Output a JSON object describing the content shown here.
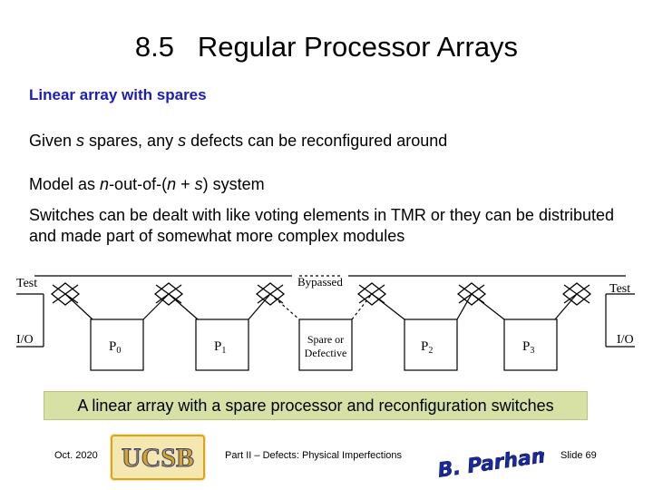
{
  "slide": {
    "title_number": "8.5",
    "title_text": "Regular Processor Arrays",
    "subtitle": "Linear array with spares",
    "para1": {
      "before": "Given ",
      "var1": "s",
      "middle": " spares, any ",
      "var2": "s",
      "after": " defects can be reconfigured around"
    },
    "para2": {
      "before": "Model as ",
      "var1": "n",
      "middle": "-out-of-(",
      "var2": "n",
      "plus": " + ",
      "var3": "s",
      "after": ") system"
    },
    "para3": "Switches can be dealt with like voting elements in TMR or they can be distributed and made part of somewhat more complex modules"
  },
  "diagram": {
    "label_test_left": "Test",
    "label_test_right": "Test",
    "label_io_left": "I/O",
    "label_io_right": "I/O",
    "label_bypassed": "Bypassed",
    "processors": [
      {
        "name": "P",
        "sub": "0"
      },
      {
        "name": "P",
        "sub": "1"
      },
      {
        "name": "P",
        "sub": "2"
      },
      {
        "name": "P",
        "sub": "3"
      }
    ],
    "spare": {
      "line1": "Spare or",
      "line2": "Defective"
    }
  },
  "caption": "A linear array with a spare processor and reconfiguration switches",
  "footer": {
    "date": "Oct. 2020",
    "logo_text": "UCSB",
    "part": "Part II – Defects: Physical Imperfections",
    "signature": "B. Parhami",
    "slide_number": "Slide 69"
  },
  "colors": {
    "subtitle": "#1c1cb8",
    "caption_bg": "#d7e1a6",
    "logo_gold": "#d9a521",
    "logo_blue": "#2f3f86",
    "signature_blue": "#1b2a9a"
  }
}
